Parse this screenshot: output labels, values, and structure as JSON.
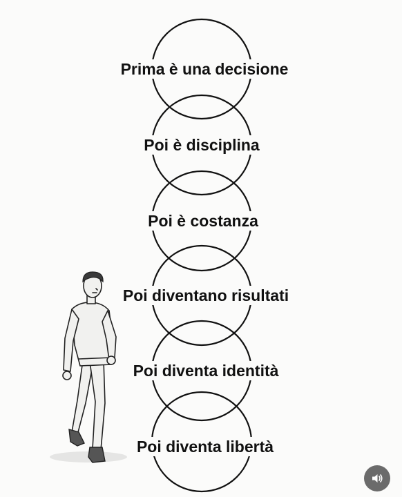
{
  "steps": [
    {
      "label": "Prima è una decisione"
    },
    {
      "label": "Poi è disciplina"
    },
    {
      "label": "Poi è costanza"
    },
    {
      "label": "Poi diventano risultati"
    },
    {
      "label": "Poi diventa identità"
    },
    {
      "label": "Poi diventa libertà"
    }
  ],
  "icons": {
    "sound": "speaker-volume-icon"
  },
  "colors": {
    "line": "#111111",
    "background": "#fbfbfa",
    "button": "#6b6b6b"
  }
}
